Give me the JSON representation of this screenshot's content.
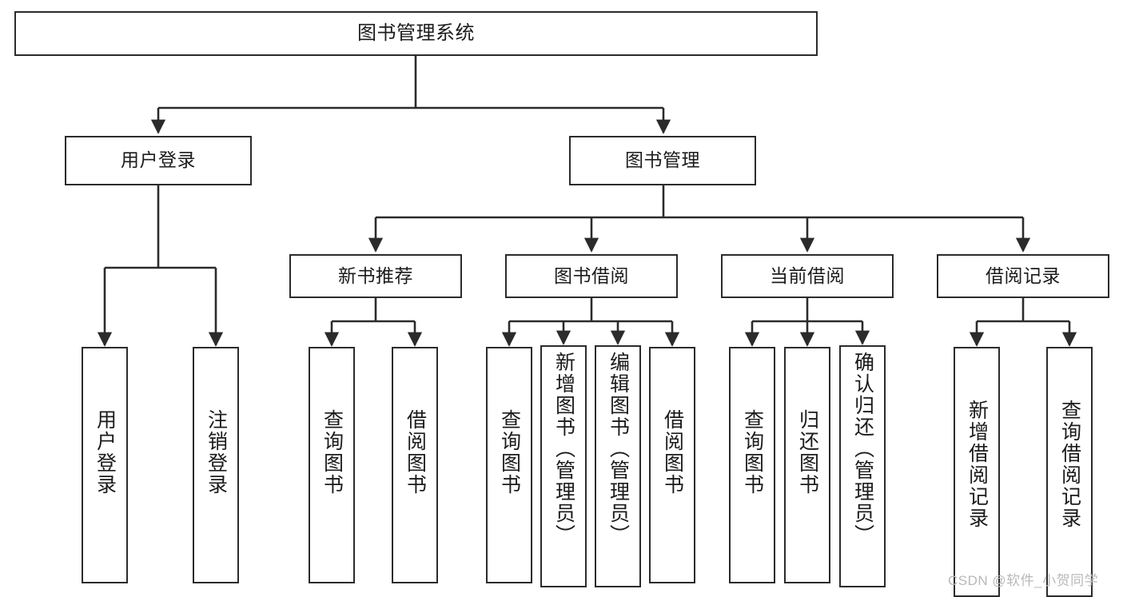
{
  "diagram": {
    "title": "图书管理系统",
    "type": "tree",
    "orientation": "top-down",
    "edge_color": "#2b2b2b",
    "node_border_color": "#2b2b2b",
    "node_fill_color": "#ffffff",
    "text_color": "#1b1b1b"
  },
  "nodes": {
    "root": {
      "label": "图书管理系统",
      "level": 1
    },
    "user_login": {
      "label": "用户登录",
      "level": 2
    },
    "book_manage": {
      "label": "图书管理",
      "level": 2
    },
    "new_book_rec": {
      "label": "新书推荐",
      "level": 3
    },
    "book_borrow": {
      "label": "图书借阅",
      "level": 3
    },
    "current_borrow": {
      "label": "当前借阅",
      "level": 3
    },
    "borrow_record": {
      "label": "借阅记录",
      "level": 3
    },
    "leaf_user_login": {
      "label": "用户登录",
      "level": 4
    },
    "leaf_logout": {
      "label": "注销登录",
      "level": 4
    },
    "leaf_query_book_1": {
      "label": "查询图书",
      "level": 4
    },
    "leaf_borrow_book_1": {
      "label": "借阅图书",
      "level": 4
    },
    "leaf_query_book_2": {
      "label": "查询图书",
      "level": 4
    },
    "leaf_add_book": {
      "label": "新增图书（管理员）",
      "level": 4
    },
    "leaf_edit_book": {
      "label": "编辑图书（管理员）",
      "level": 4
    },
    "leaf_borrow_book_2": {
      "label": "借阅图书",
      "level": 4
    },
    "leaf_query_book_3": {
      "label": "查询图书",
      "level": 4
    },
    "leaf_return_book": {
      "label": "归还图书",
      "level": 4
    },
    "leaf_confirm_return": {
      "label": "确认归还（管理员）",
      "level": 4
    },
    "leaf_add_record": {
      "label": "新增借阅记录",
      "level": 4
    },
    "leaf_query_record": {
      "label": "查询借阅记录",
      "level": 4
    }
  },
  "watermark": {
    "text": "CSDN @软件_小贺同学"
  }
}
